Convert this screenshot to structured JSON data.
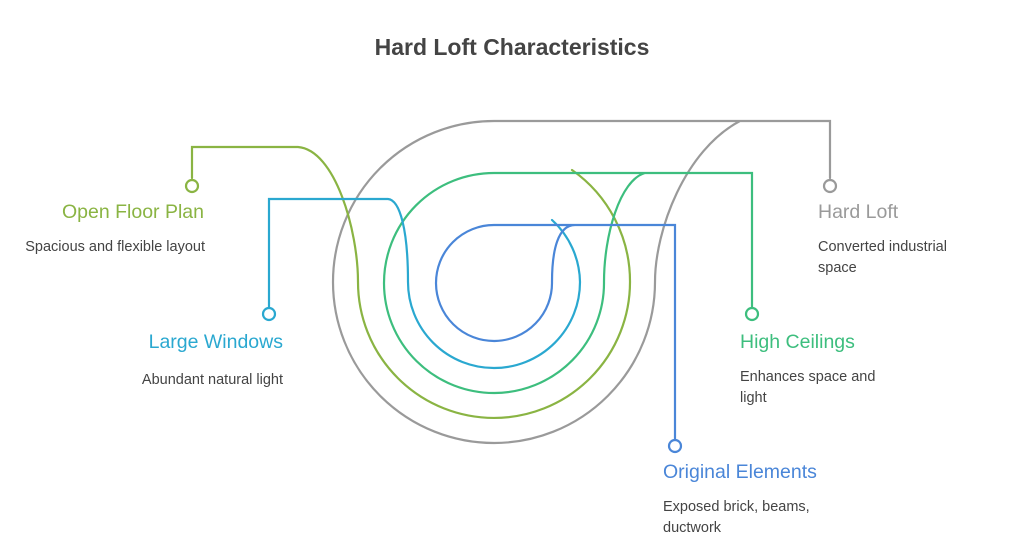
{
  "title": "Hard Loft Characteristics",
  "colors": {
    "hard_loft": "#9a9a9a",
    "open_floor_plan": "#8ab443",
    "high_ceilings": "#3dbe7e",
    "large_windows": "#2aa8d0",
    "original_elements": "#4a86d8",
    "text": "#444444"
  },
  "items": {
    "open_floor_plan": {
      "label": "Open Floor Plan",
      "desc": "Spacious and flexible layout"
    },
    "large_windows": {
      "label": "Large Windows",
      "desc": "Abundant natural light"
    },
    "hard_loft": {
      "label": "Hard Loft",
      "desc": "Converted industrial space"
    },
    "high_ceilings": {
      "label": "High Ceilings",
      "desc": "Enhances space and light"
    },
    "original_elements": {
      "label": "Original Elements",
      "desc": "Exposed brick, beams, ductwork"
    }
  }
}
